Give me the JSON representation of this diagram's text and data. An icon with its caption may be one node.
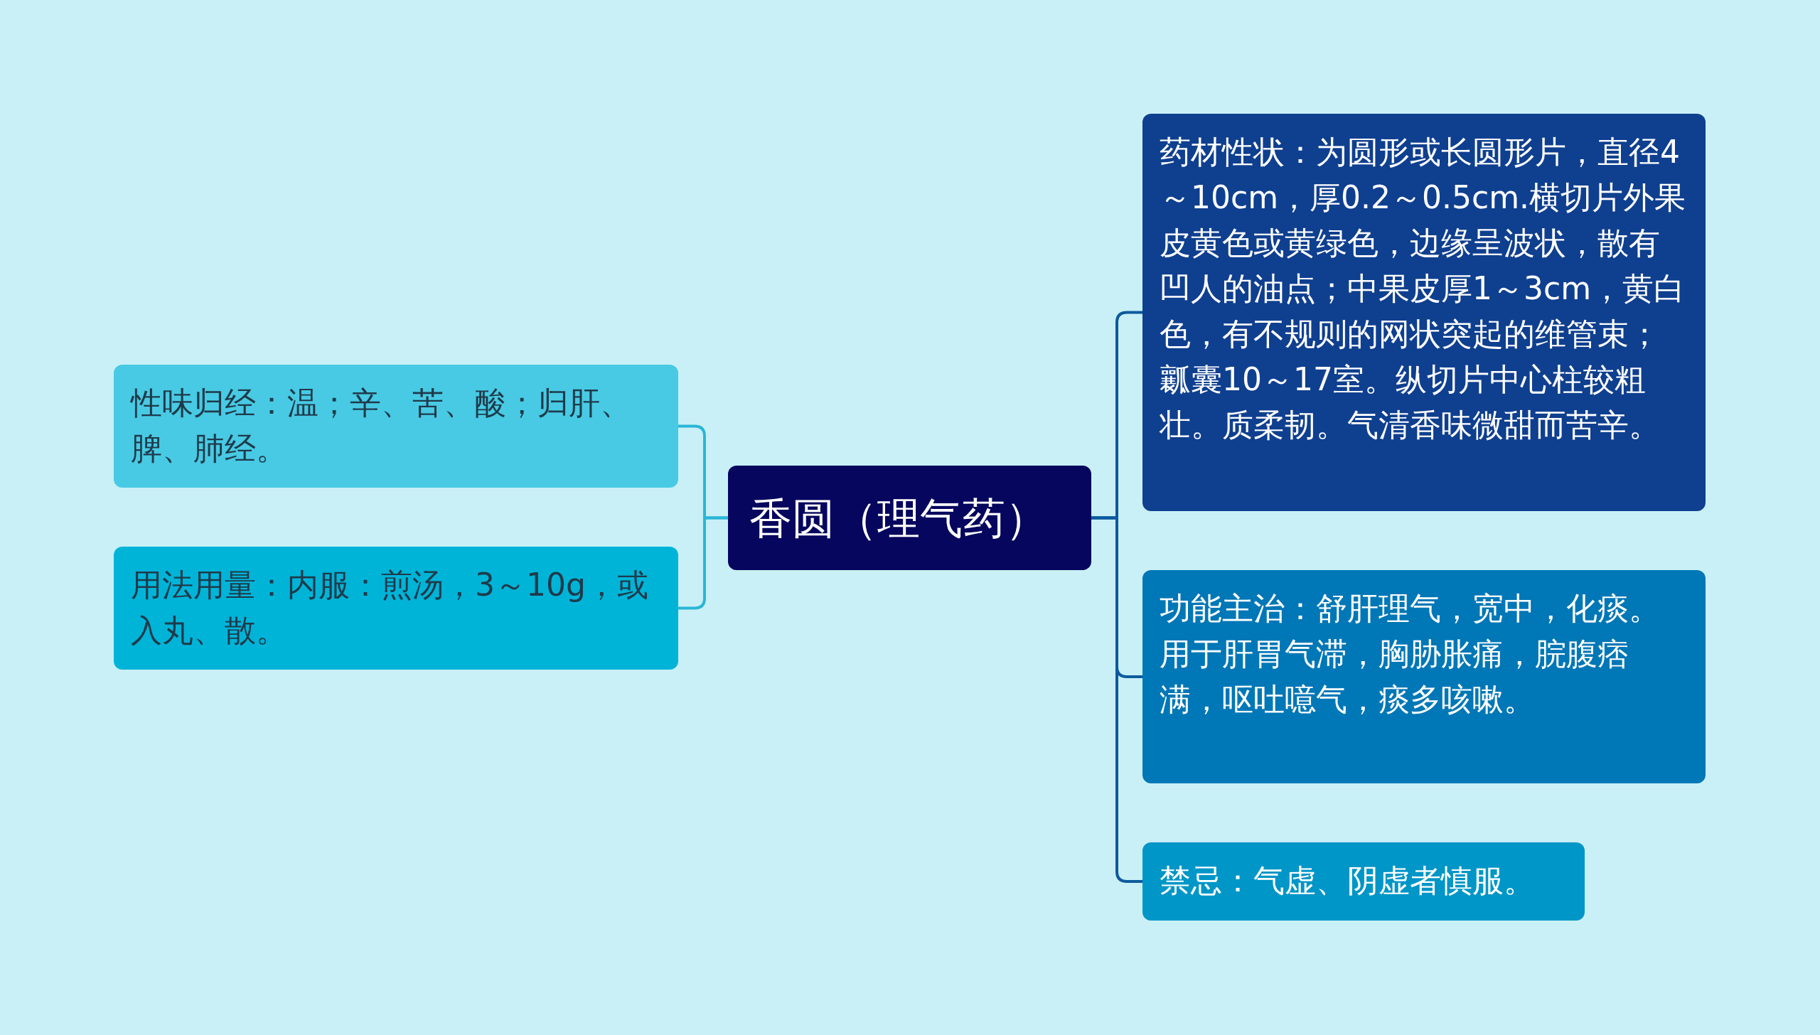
{
  "diagram": {
    "nodes": [
      {
        "text": [
          "香圆（理气药）"
        ]
      },
      {
        "text": [
          "性味归经：温；辛、苦、酸；归肝、脾、肺经。"
        ]
      },
      {
        "text": [
          "用法用量：内服：煎汤，3～10g，或入丸、散。"
        ]
      },
      {
        "text": [
          "药材性状：为圆形或长圆形片，直径4～10cm，厚0.2～0.5cm.横切片外果皮黄色或黄绿色，边缘呈波状，散有凹人的油点；中果皮厚1～3cm，黄白色，有不规则的网状突起的维管束；瓤囊10～17室。纵切片中心柱较粗壮。质柔韧。气清香味微甜而苦辛。"
        ]
      },
      {
        "text": [
          "功能主治：舒肝理气，宽中，化痰。用于肝胃气滞，胸胁胀痛，脘腹痞满，呕吐噫气，痰多咳嗽。"
        ]
      },
      {
        "text": [
          "禁忌：气虚、阴虚者慎服。"
        ]
      }
    ],
    "edges": [
      {
        "from": 0,
        "to": 1,
        "arrow": "none",
        "color": "#2bb6d6"
      },
      {
        "from": 0,
        "to": 2,
        "arrow": "none",
        "color": "#2bb6d6"
      },
      {
        "from": 0,
        "to": 3,
        "arrow": "none",
        "color": "#0d5a9e"
      },
      {
        "from": 0,
        "to": 4,
        "arrow": "none",
        "color": "#0d5a9e"
      },
      {
        "from": 0,
        "to": 5,
        "arrow": "none",
        "color": "#0d5a9e"
      }
    ]
  }
}
